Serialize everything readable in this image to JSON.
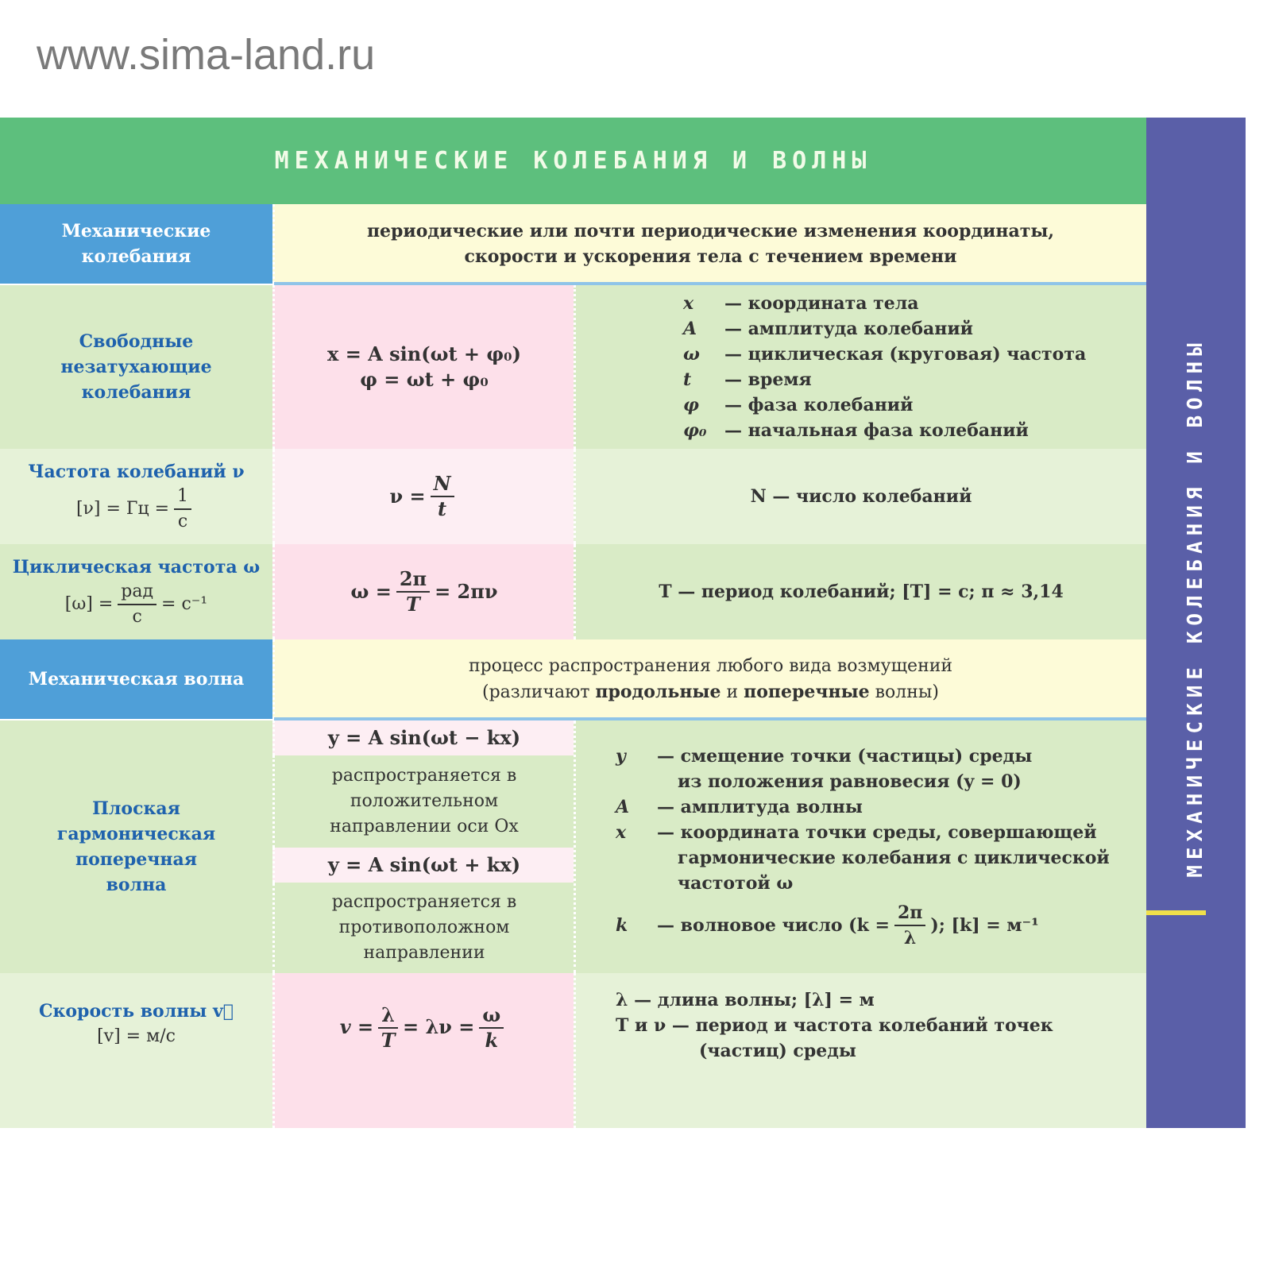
{
  "watermark": "www.sima-land.ru",
  "title": "МЕХАНИЧЕСКИЕ КОЛЕБАНИЯ И ВОЛНЫ",
  "side_title": "МЕХАНИЧЕСКИЕ КОЛЕБАНИЯ И ВОЛНЫ",
  "rows": {
    "mech_osc": {
      "label": "Механические колебания",
      "def1": "периодические или почти периодические изменения координаты,",
      "def2": "скорости и ускорения тела с течением времени"
    },
    "free": {
      "label": "Свободные незатухающие колебания",
      "f1": "x = A sin(ωt + φ₀)",
      "f2": "φ = ωt + φ₀",
      "legend": [
        {
          "s": "x",
          "t": "— координата тела"
        },
        {
          "s": "A",
          "t": "— амплитуда колебаний"
        },
        {
          "s": "ω",
          "t": "— циклическая (круговая) частота"
        },
        {
          "s": "t",
          "t": "— время"
        },
        {
          "s": "φ",
          "t": "— фаза колебаний"
        },
        {
          "s": "φ₀",
          "t": "— начальная фаза колебаний"
        }
      ]
    },
    "freq": {
      "label": "Частота колебаний ν",
      "unit_l": "[ν] = Гц =",
      "unit_n": "1",
      "unit_d": "с",
      "f_l": "ν =",
      "f_n": "N",
      "f_d": "t",
      "desc": "N — число колебаний"
    },
    "cyc": {
      "label": "Циклическая частота ω",
      "unit_l": "[ω] =",
      "unit_n": "рад",
      "unit_d": "с",
      "unit_r": "= с⁻¹",
      "f_l": "ω =",
      "f_n": "2π",
      "f_d": "T",
      "f_r": "= 2πν",
      "desc": "T — период колебаний; [T] = с; π ≈ 3,14"
    },
    "wave": {
      "label": "Механическая волна",
      "def1": "процесс распространения любого вида возмущений",
      "def2a": "(различают ",
      "def2b": "продольные",
      "def2c": " и ",
      "def2d": "поперечные",
      "def2e": " волны)"
    },
    "plane": {
      "label": "Плоская гармоническая поперечная волна",
      "f1": "y = A sin(ωt − kx)",
      "t1": "распространяется в положительном направлении оси Ox",
      "f2": "y = A sin(ωt + kx)",
      "t2": "распространяется в противоположном направлении",
      "legend": [
        {
          "s": "y",
          "t": "— смещение точки (частицы) среды"
        },
        {
          "s": "",
          "t": "из положения равновесия (y = 0)"
        },
        {
          "s": "A",
          "t": "— амплитуда волны"
        },
        {
          "s": "x",
          "t": "— координата точки среды, совершающей"
        },
        {
          "s": "",
          "t": "гармонические колебания с циклической"
        },
        {
          "s": "",
          "t": "частотой ω"
        }
      ],
      "k_sym": "k",
      "k_text": "— волновое число (k =",
      "k_n": "2π",
      "k_d": "λ",
      "k_unit": "); [k] = м⁻¹"
    },
    "speed": {
      "label": "Скорость волны v⃗",
      "unit": "[v] = м/с",
      "f_l": "v =",
      "f_n1": "λ",
      "f_d1": "T",
      "f_m": "= λν =",
      "f_n2": "ω",
      "f_d2": "k",
      "d1": "λ — длина волны; [λ] = м",
      "d2": "T и ν — период и частота колебаний точек",
      "d3": "(частиц) среды"
    }
  }
}
